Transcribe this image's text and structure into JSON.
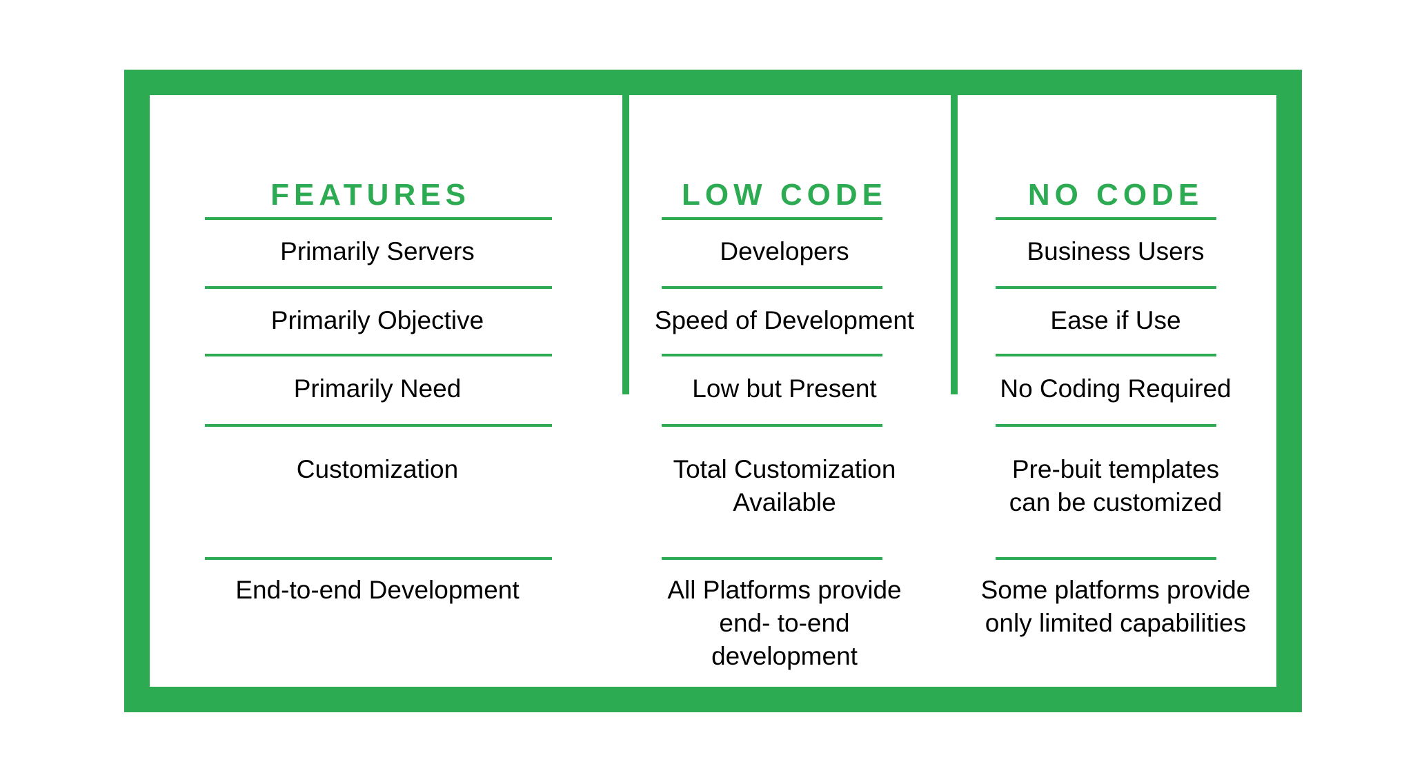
{
  "table": {
    "frame_color": "#2dab52",
    "headers": [
      "FEATURES",
      "LOW CODE",
      "NO CODE"
    ],
    "rows": [
      [
        "Primarily Servers",
        "Developers",
        "Business Users"
      ],
      [
        "Primarily Objective",
        "Speed of Development",
        "Ease if Use"
      ],
      [
        "Primarily Need",
        "Low but Present",
        "No Coding Required"
      ],
      [
        "Customization",
        "Total Customization\nAvailable",
        "Pre-buit templates\ncan be customized"
      ],
      [
        "End-to-end Development",
        "All Platforms provide\nend- to-end\ndevelopment",
        "Some platforms provide\nonly limited capabilities"
      ]
    ]
  }
}
